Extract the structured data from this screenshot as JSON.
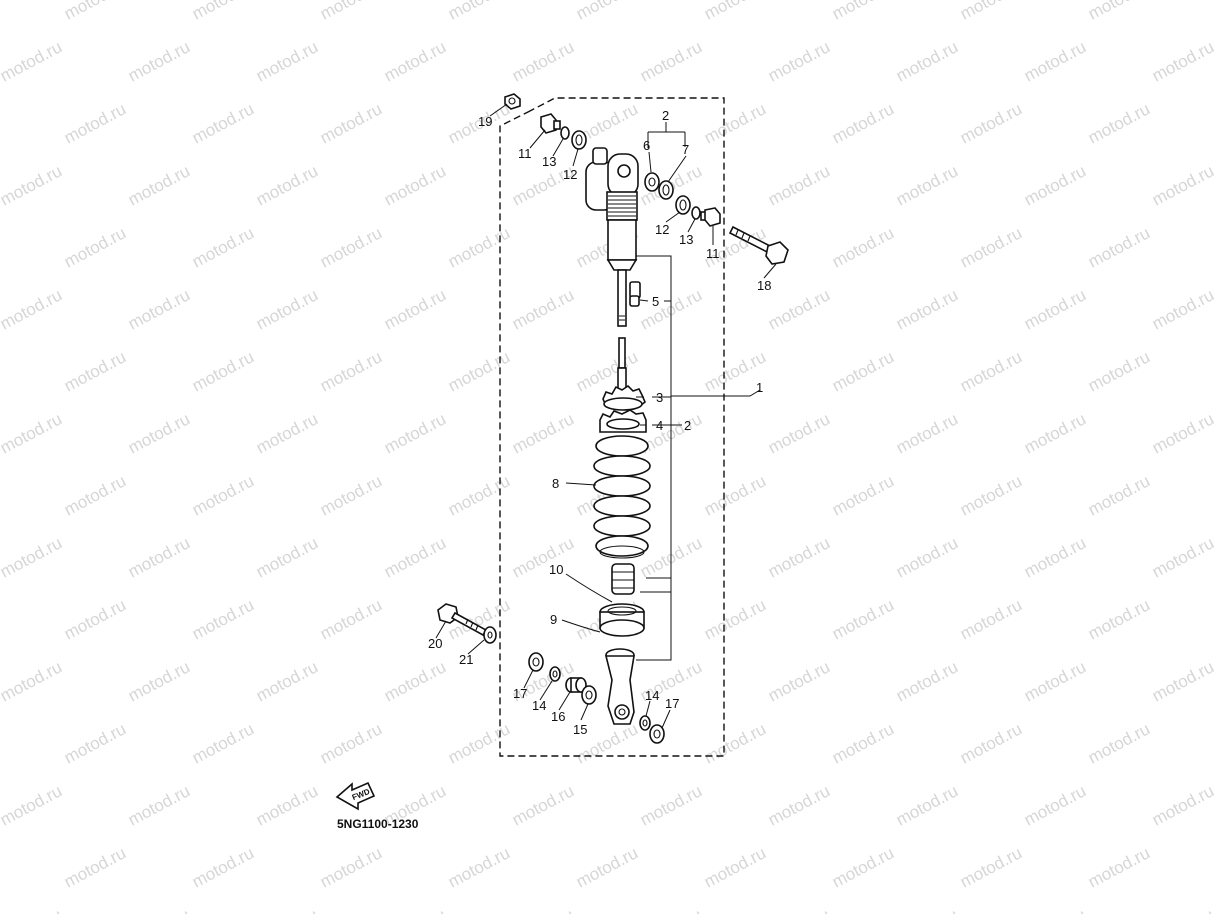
{
  "watermark": {
    "text": "motod.ru"
  },
  "diagram_code": "5NG1100-1230",
  "fwd_label": "FWD",
  "callouts": {
    "c1": "1",
    "c2_top": "2",
    "c2_mid": "2",
    "c3": "3",
    "c4": "4",
    "c5": "5",
    "c6": "6",
    "c7": "7",
    "c8": "8",
    "c9": "9",
    "c10": "10",
    "c11_left": "11",
    "c11_right": "11",
    "c12_left": "12",
    "c12_right": "12",
    "c13_left": "13",
    "c13_right": "13",
    "c14_left": "14",
    "c14_right": "14",
    "c15": "15",
    "c16": "16",
    "c17_left": "17",
    "c17_right": "17",
    "c18": "18",
    "c19": "19",
    "c20": "20",
    "c21": "21"
  },
  "colors": {
    "line": "#111111",
    "watermark": "#d6d6d6",
    "background": "#ffffff"
  }
}
